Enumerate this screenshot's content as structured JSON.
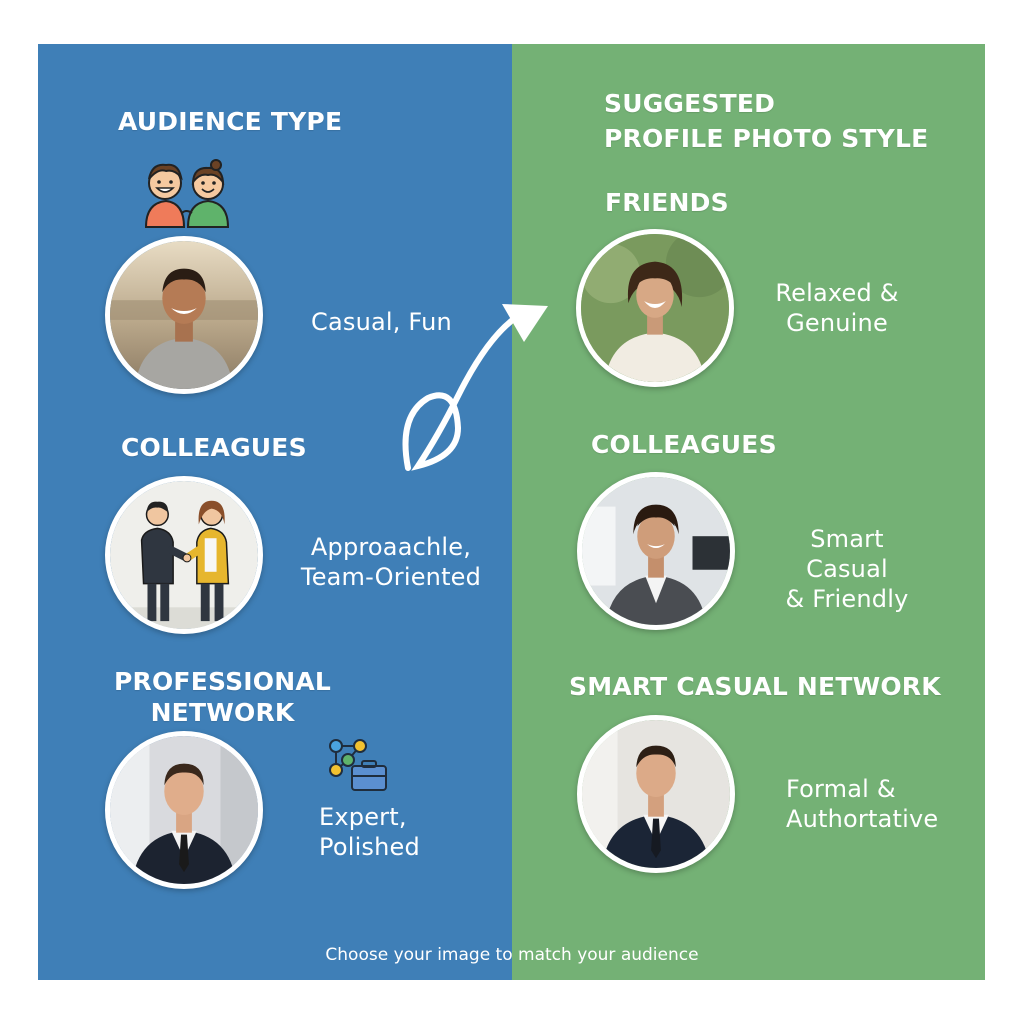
{
  "left": {
    "header": "AUDIENCE TYPE",
    "rows": [
      {
        "description": "Casual, Fun"
      },
      {
        "heading": "COLLEAGUES",
        "description": "Approaachle,\nTeam-Oriented"
      },
      {
        "heading": "PROFESSIONAL\nNETWORK",
        "description": "Expert,\nPolished"
      }
    ]
  },
  "right": {
    "header": "SUGGESTED\nPROFILE PHOTO STYLE",
    "rows": [
      {
        "heading": "FRIENDS",
        "description": "Relaxed &\nGenuine"
      },
      {
        "heading": "COLLEAGUES",
        "description": "Smart Casual\n& Friendly"
      },
      {
        "heading": "SMART CASUAL NETWORK",
        "description": "Formal &\nAuthortative"
      }
    ]
  },
  "footer": "Choose your image to match your audience",
  "icons": {
    "audience": "two-friends-icon",
    "network": "network-briefcase-icon",
    "arrow": "curved-arrow-icon"
  },
  "colors": {
    "left_panel": "#3f7fb7",
    "right_panel": "#74b175",
    "text": "#ffffff"
  }
}
